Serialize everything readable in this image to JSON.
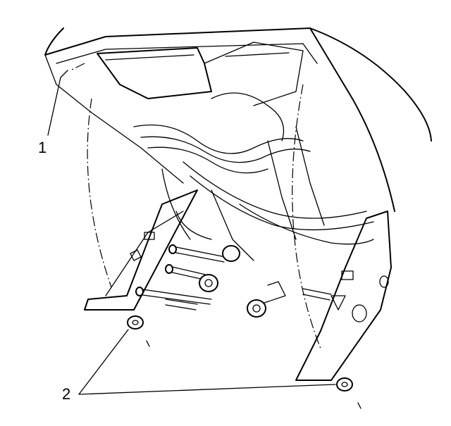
{
  "figure": {
    "callouts": [
      {
        "id": "1",
        "label": "1"
      },
      {
        "id": "2",
        "label": "2"
      }
    ],
    "line_color": "#000000",
    "background_color": "#ffffff"
  }
}
